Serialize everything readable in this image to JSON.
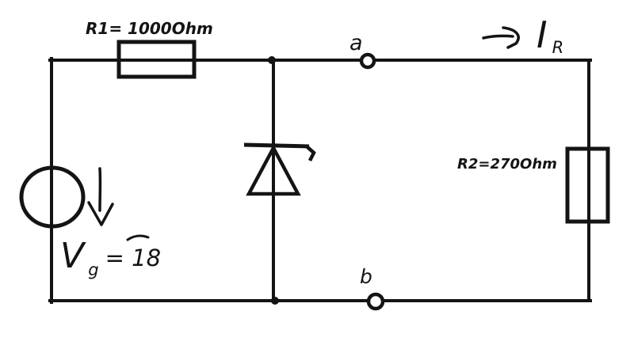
{
  "page": {
    "background": "#ffffff",
    "ink": "#141414"
  },
  "diagram": {
    "kind": "zener-diode-regulator-circuit",
    "terminals": [
      "a",
      "b"
    ],
    "components": [
      {
        "id": "source",
        "type": "voltage-source"
      },
      {
        "id": "r1",
        "type": "resistor"
      },
      {
        "id": "zener",
        "type": "zener-diode"
      },
      {
        "id": "r2",
        "type": "resistor"
      }
    ]
  },
  "labels": {
    "r1": "R1= 1000Ohm",
    "r2": "R2=270Ohm",
    "terminal_a": "a",
    "terminal_b": "b",
    "source_symbol": "V",
    "source_subscript": "g",
    "source_value": "= 18",
    "current_symbol": "I",
    "current_subscript": "R"
  },
  "icons": {
    "source_current_arrow": "down-arrow",
    "load_current_arrow": "right-arrow"
  }
}
